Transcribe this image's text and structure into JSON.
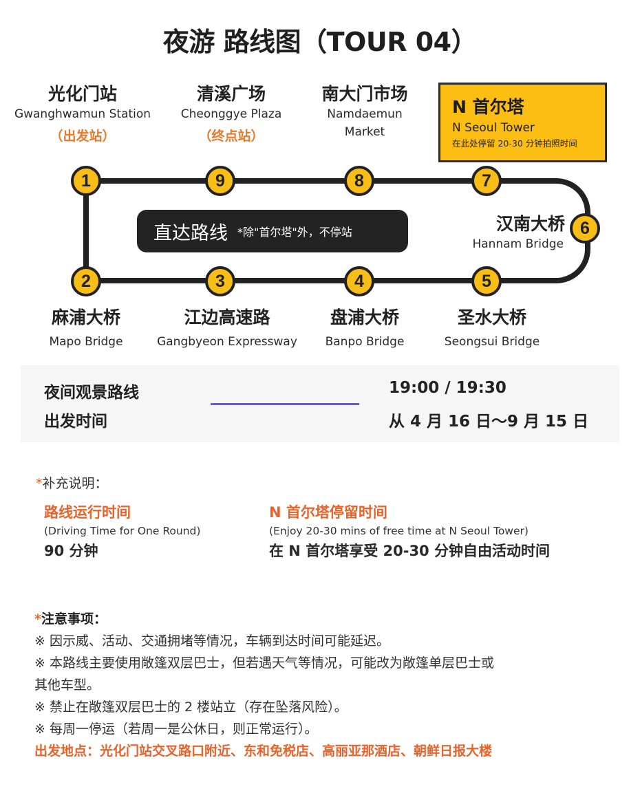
{
  "header": {
    "title": "夜游 路线图（TOUR 04）"
  },
  "route": {
    "line_color": "#222222",
    "badge_color": "#f8bd16",
    "stops": [
      {
        "number": "1",
        "zh": "光化门站",
        "en": "Gwanghwamun Station",
        "tag": "（出发站）"
      },
      {
        "number": "2",
        "zh": "麻浦大桥",
        "en": "Mapo Bridge"
      },
      {
        "number": "3",
        "zh": "江边高速路",
        "en": "Gangbyeon Expressway"
      },
      {
        "number": "4",
        "zh": "盘浦大桥",
        "en": "Banpo Bridge"
      },
      {
        "number": "5",
        "zh": "圣水大桥",
        "en": "Seongsui Bridge"
      },
      {
        "number": "6",
        "zh": "汉南大桥",
        "en": "Hannam Bridge"
      },
      {
        "number": "7",
        "zh": "N 首尔塔",
        "en": "N Seoul Tower",
        "note": "在此处停留 20-30 分钟拍照时间"
      },
      {
        "number": "8",
        "zh": "南大门市场",
        "en_line1": "Namdaemun",
        "en_line2": "Market"
      },
      {
        "number": "9",
        "zh": "清溪广场",
        "en": "Cheonggye Plaza",
        "tag": "（终点站）"
      }
    ],
    "direct": {
      "label": "直达路线",
      "note": "*除\"首尔塔\"外，不停站"
    }
  },
  "schedule": {
    "label_line1": "夜间观景路线",
    "label_line2": "出发时间",
    "times": "19:00 / 19:30",
    "period": "从 4 月 16 日～9 月 15 日",
    "divider_color": "#6a5fbf"
  },
  "supplement": {
    "star": "*",
    "heading": "补充说明：",
    "driving": {
      "title": "路线运行时间",
      "subtitle": "(Driving Time for One Round)",
      "value": "90 分钟"
    },
    "tower_stay": {
      "title": "N 首尔塔停留时间",
      "subtitle": "(Enjoy 20-30 mins of free time at N Seoul Tower)",
      "value": "在 N 首尔塔享受 20-30 分钟自由活动时间"
    }
  },
  "notices": {
    "star": "*",
    "heading": "注意事项：",
    "items": [
      "※ 因示威、活动、交通拥堵等情况，车辆到达时间可能延迟。",
      "※ 本路线主要使用敞篷双层巴士，但若遇天气等情况，可能改为敞篷单层巴士或",
      "其他车型。",
      "※ 禁止在敞篷双层巴士的 2 楼站立（存在坠落风险）。",
      "※ 每周一停运（若周一是公休日，则正常运行）。"
    ],
    "departure": "出发地点：光化门站交叉路口附近、东和免税店、高丽亚那酒店、朝鲜日报大楼",
    "accent_color": "#e8622a"
  }
}
